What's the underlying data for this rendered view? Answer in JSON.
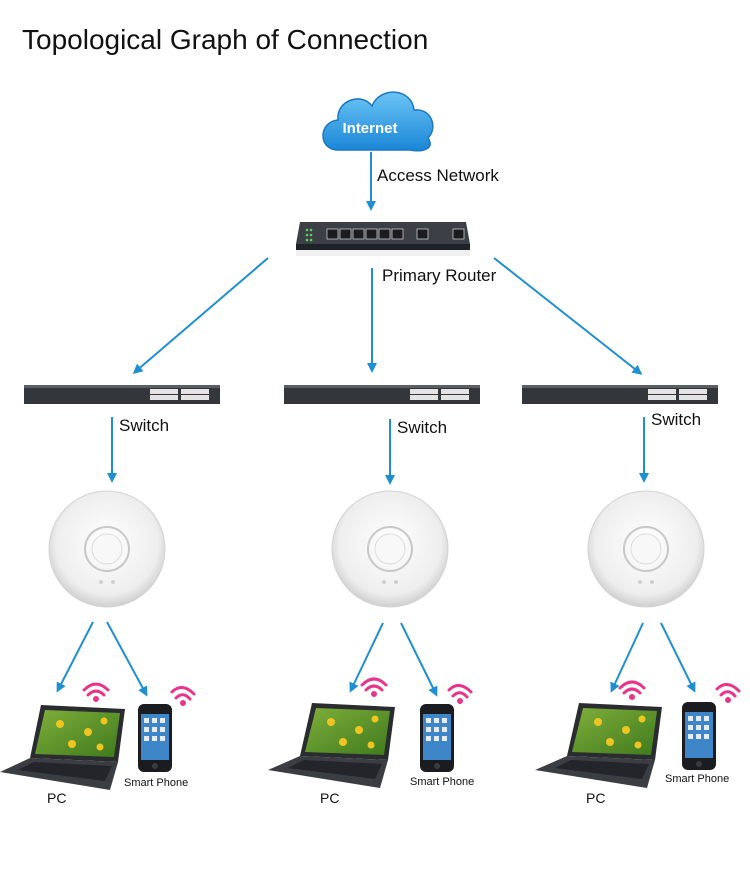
{
  "title": "Topological Graph of Connection",
  "nodes": {
    "internet": "Internet",
    "access_network": "Access Network",
    "primary_router": "Primary Router",
    "switch": "Switch",
    "pc": "PC",
    "smart_phone": "Smart Phone"
  },
  "colors": {
    "arrow": "#1e8fd0",
    "cloud": "#2a9de0",
    "wifi": "#e8358a",
    "device_dark": "#2f3236",
    "ap_white": "#f2f2f2"
  },
  "icons": [
    "cloud-icon",
    "router-icon",
    "switch-icon",
    "access-point-icon",
    "laptop-icon",
    "smartphone-icon",
    "wifi-icon"
  ]
}
